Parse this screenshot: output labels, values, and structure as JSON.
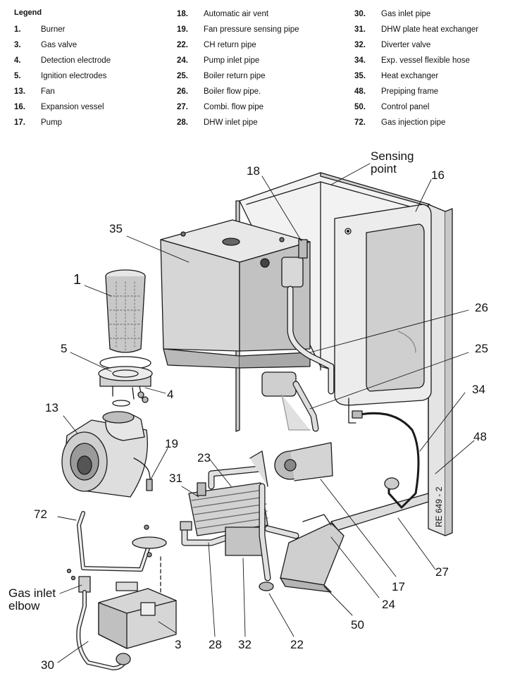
{
  "legend": {
    "title": "Legend",
    "col1": [
      {
        "num": "1.",
        "label": "Burner"
      },
      {
        "num": "3.",
        "label": "Gas valve"
      },
      {
        "num": "4.",
        "label": "Detection electrode"
      },
      {
        "num": "5.",
        "label": "Ignition electrodes"
      },
      {
        "num": "13.",
        "label": "Fan"
      },
      {
        "num": "16.",
        "label": "Expansion vessel"
      },
      {
        "num": "17.",
        "label": "Pump"
      }
    ],
    "col2": [
      {
        "num": "18.",
        "label": "Automatic air vent"
      },
      {
        "num": "19.",
        "label": "Fan pressure sensing pipe"
      },
      {
        "num": "22.",
        "label": "CH return pipe"
      },
      {
        "num": "24.",
        "label": "Pump inlet pipe"
      },
      {
        "num": "25.",
        "label": "Boiler return pipe"
      },
      {
        "num": "26.",
        "label": "Boiler flow pipe."
      },
      {
        "num": "27.",
        "label": "Combi. flow pipe"
      },
      {
        "num": "28.",
        "label": "DHW inlet pipe"
      }
    ],
    "col3": [
      {
        "num": "30.",
        "label": "Gas inlet pipe"
      },
      {
        "num": "31.",
        "label": "DHW plate heat exchanger"
      },
      {
        "num": "32.",
        "label": "Diverter valve"
      },
      {
        "num": "34.",
        "label": "Exp. vessel flexible hose"
      },
      {
        "num": "35.",
        "label": "Heat exchanger"
      },
      {
        "num": "48.",
        "label": "Prepiping frame"
      },
      {
        "num": "50.",
        "label": "Control panel"
      },
      {
        "num": "72.",
        "label": "Gas injection pipe"
      }
    ]
  },
  "callouts": {
    "sensing_point": "Sensing\npoint",
    "n18": "18",
    "n16": "16",
    "n35": "35",
    "n1": "1",
    "n26": "26",
    "n25": "25",
    "n5": "5",
    "n4": "4",
    "n34": "34",
    "n13": "13",
    "n19": "19",
    "n48": "48",
    "n23": "23",
    "n31": "31",
    "n72": "72",
    "n27": "27",
    "n17": "17",
    "gas_inlet_elbow": "Gas inlet\nelbow",
    "n24": "24",
    "n50": "50",
    "n3": "3",
    "n28": "28",
    "n32": "32",
    "n22": "22",
    "n30": "30"
  },
  "drawing_ref": "RE 649 - 2",
  "colors": {
    "line": "#1a1a1a",
    "shade": "#bfbfbf",
    "light": "#e6e6e6",
    "dark": "#7a7a7a"
  }
}
